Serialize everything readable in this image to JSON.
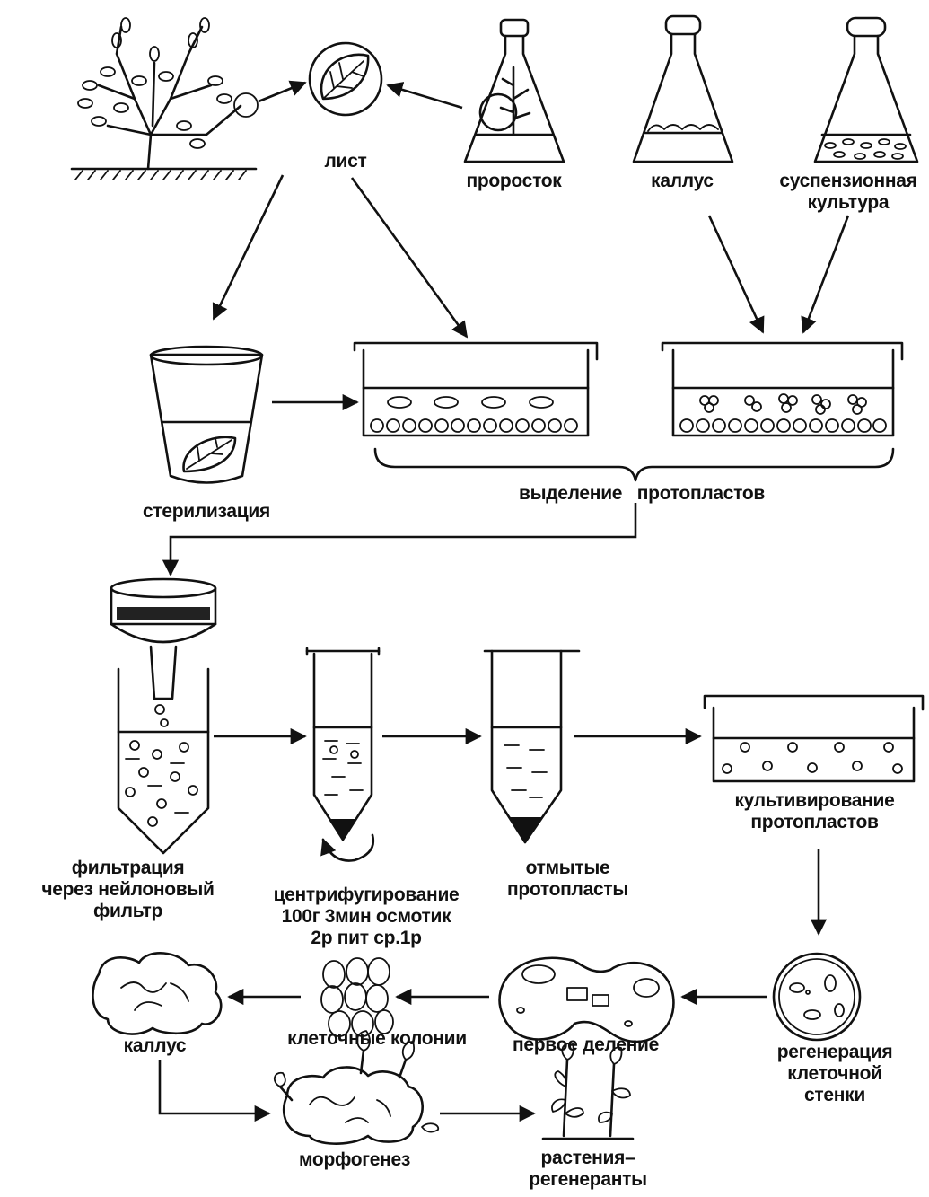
{
  "labels": {
    "list": "лист",
    "prorostok": "проросток",
    "kallus_top": "каллус",
    "suspension": "суспензионная\nкультура",
    "sterilization": "стерилизация",
    "isolation": "выделение   протопластов",
    "filtration": "фильтрация\nчерез нейлоновый\nфильтр",
    "centrifugation": "центрифугирование\n100г 3мин осмотик\n2р пит ср.1р",
    "washed": "отмытые\nпротопласты",
    "cultivation": "культивирование\nпротопластов",
    "regeneration_wall": "регенерация\nклеточной\nстенки",
    "first_division": "первое деление",
    "colonies": "клеточные колонии",
    "kallus_bottom": "каллус",
    "morphogenesis": "морфогенез",
    "regenerants": "растения–\nрегенеранты"
  }
}
